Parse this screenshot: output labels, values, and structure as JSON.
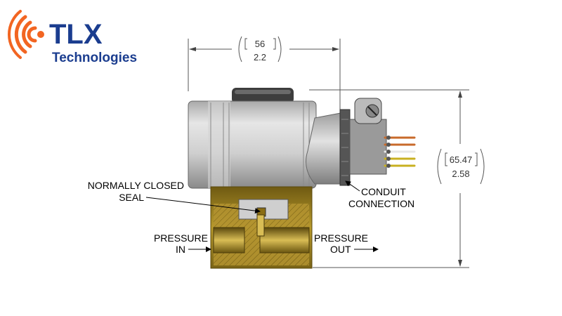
{
  "logo": {
    "brand": "TLX",
    "subtitle": "Technologies",
    "brand_color": "#1b3d8f",
    "wave_color": "#f26522",
    "icon": "radio-waves-icon"
  },
  "dimensions": {
    "width_mm": "56",
    "width_in": "2.2",
    "height_mm": "65.47",
    "height_in": "2.58"
  },
  "callouts": {
    "seal_line1": "NORMALLY CLOSED",
    "seal_line2": "SEAL",
    "conduit_line1": "CONDUIT",
    "conduit_line2": "CONNECTION",
    "pressure_in_line1": "PRESSURE",
    "pressure_in_line2": "IN",
    "pressure_out_line1": "PRESSURE",
    "pressure_out_line2": "OUT"
  }
}
